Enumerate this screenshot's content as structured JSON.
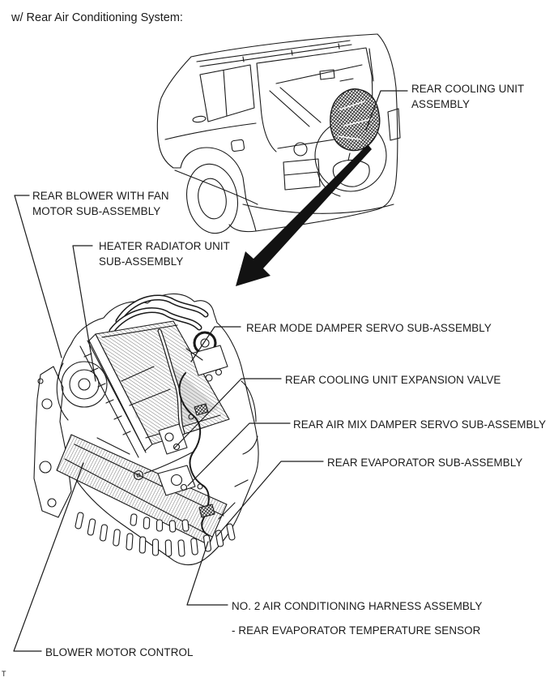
{
  "title": "w/ Rear Air Conditioning System:",
  "footer_mark": "T",
  "colors": {
    "line_color": "#1a1a1a",
    "background": "#ffffff",
    "arrow_color": "#121212"
  },
  "labels": {
    "cooling_unit": {
      "lines": [
        "REAR COOLING UNIT",
        "ASSEMBLY"
      ]
    },
    "blower_fan": {
      "lines": [
        "REAR BLOWER WITH FAN",
        "MOTOR SUB-ASSEMBLY"
      ]
    },
    "heater_radiator": {
      "lines": [
        "HEATER RADIATOR UNIT",
        "SUB-ASSEMBLY"
      ]
    },
    "mode_damper": {
      "lines": [
        "REAR MODE DAMPER SERVO SUB-ASSEMBLY"
      ]
    },
    "expansion_valve": {
      "lines": [
        "REAR COOLING UNIT EXPANSION VALVE"
      ]
    },
    "air_mix_damper": {
      "lines": [
        "REAR AIR MIX DAMPER SERVO SUB-ASSEMBLY"
      ]
    },
    "evaporator": {
      "lines": [
        "REAR EVAPORATOR SUB-ASSEMBLY"
      ]
    },
    "harness": {
      "lines": [
        "NO. 2 AIR CONDITIONING HARNESS ASSEMBLY"
      ]
    },
    "temp_sensor": {
      "lines": [
        "- REAR EVAPORATOR TEMPERATURE SENSOR"
      ]
    },
    "blower_motor_control": {
      "lines": [
        "BLOWER MOTOR CONTROL"
      ]
    }
  }
}
